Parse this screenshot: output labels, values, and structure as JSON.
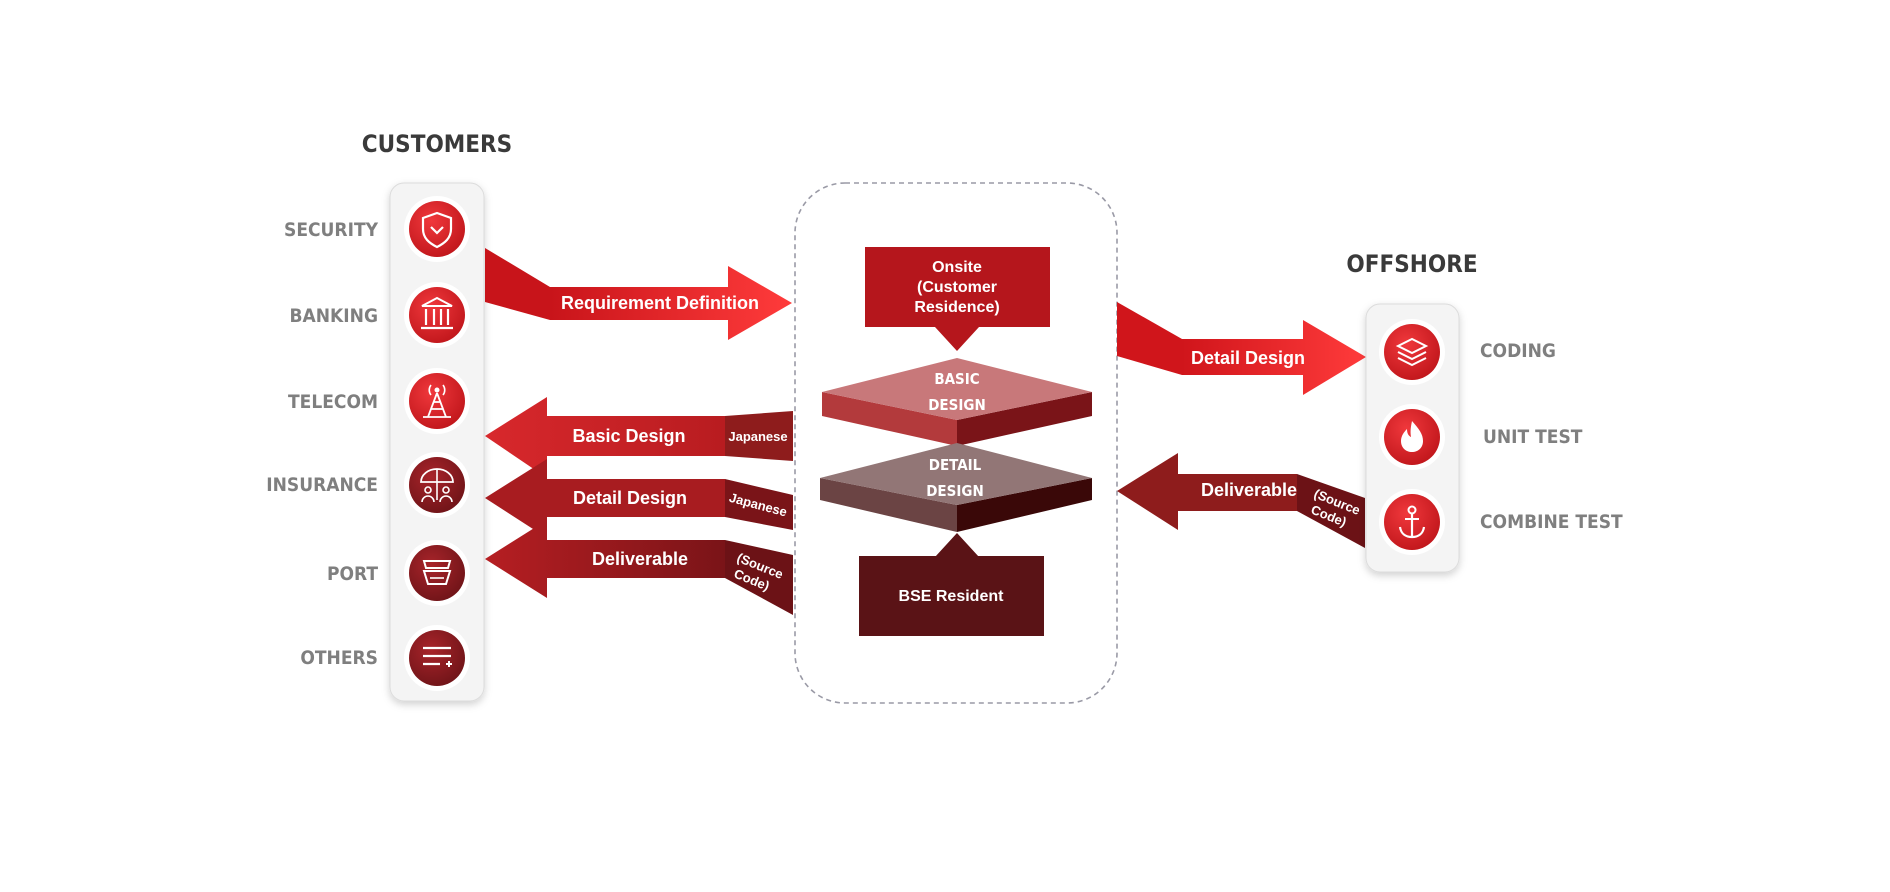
{
  "customers": {
    "title": "CUSTOMERS",
    "items": [
      {
        "label": "SECURITY",
        "icon": "shield-icon"
      },
      {
        "label": "BANKING",
        "icon": "bank-icon"
      },
      {
        "label": "TELECOM",
        "icon": "tower-icon"
      },
      {
        "label": "INSURANCE",
        "icon": "umbrella-people-icon"
      },
      {
        "label": "PORT",
        "icon": "ship-icon"
      },
      {
        "label": "OTHERS",
        "icon": "list-add-icon"
      }
    ]
  },
  "offshore": {
    "title": "OFFSHORE",
    "items": [
      {
        "label": "CODING",
        "icon": "layers-icon"
      },
      {
        "label": "UNIT TEST",
        "icon": "flame-icon"
      },
      {
        "label": "COMBINE TEST",
        "icon": "anchor-icon"
      }
    ]
  },
  "arrows": {
    "requirement": "Requirement Definition",
    "basic_design": "Basic Design",
    "basic_design_tail": "Japanese",
    "detail_design": "Detail Design",
    "detail_design_tail": "Japanese",
    "deliverable": "Deliverable",
    "deliverable_tail_1": "(Source",
    "deliverable_tail_2": "Code)",
    "offshore_detail": "Detail Design",
    "offshore_deliverable": "Deliverable",
    "offshore_tail_1": "(Source",
    "offshore_tail_2": "Code)"
  },
  "center": {
    "onsite_1": "Onsite",
    "onsite_2": "(Customer",
    "onsite_3": "Residence)",
    "basic_1": "BASIC",
    "basic_2": "DESIGN",
    "detail_1": "DETAIL",
    "detail_2": "DESIGN",
    "bse": "BSE Resident"
  },
  "colors": {
    "accent": "#e31e24",
    "dark_red": "#8e1c1c",
    "maroon": "#5a1316"
  }
}
